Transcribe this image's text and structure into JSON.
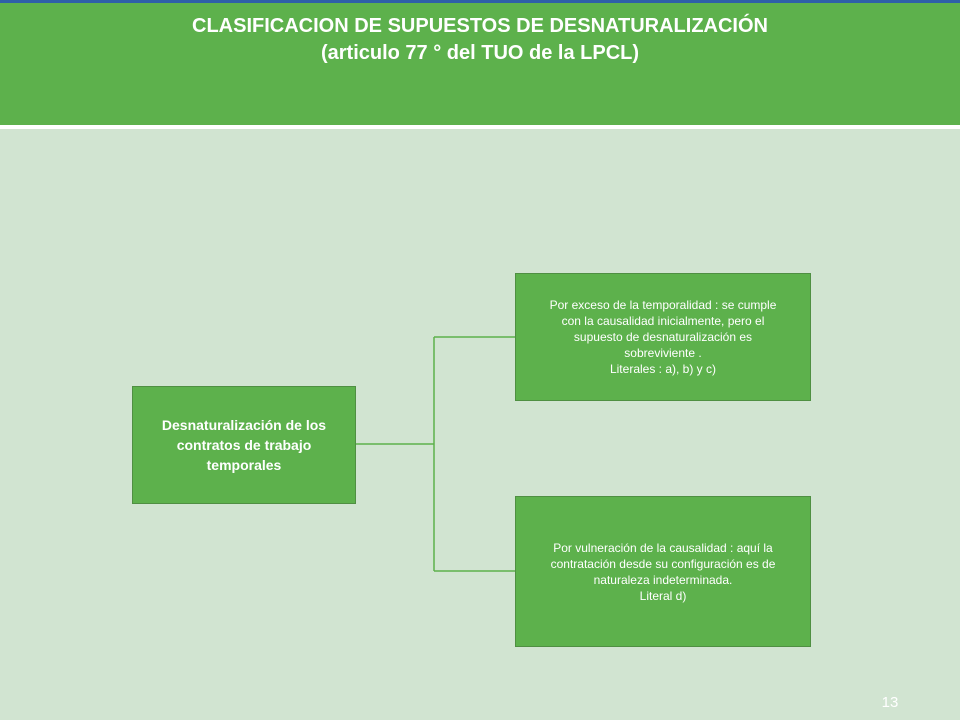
{
  "header": {
    "title_line1": "CLASIFICACION DE SUPUESTOS DE DESNATURALIZACIÓN",
    "title_line2": "(articulo 77 ° del TUO de la LPCL)"
  },
  "diagram": {
    "root": {
      "lines": [
        "Desnaturalización de los",
        "contratos de trabajo",
        "temporales"
      ]
    },
    "branches": [
      {
        "lines": [
          "Por exceso de la temporalidad : se cumple",
          "con la causalidad inicialmente, pero el",
          "supuesto de desnaturalización  es",
          "sobreviviente .",
          "Literales : a), b) y c)"
        ]
      },
      {
        "lines": [
          "Por vulneración de la causalidad  : aquí la",
          "contratación desde su configuración es de",
          "naturaleza indeterminada.",
          "Literal d)"
        ]
      }
    ]
  },
  "footer": {
    "page_number": "13"
  },
  "colors": {
    "header_bg": "#5db14c",
    "content_bg": "#d1e4d1",
    "box_bg": "#5db14c",
    "connector": "#5db14c",
    "top_accent": "#2e5fa8"
  }
}
